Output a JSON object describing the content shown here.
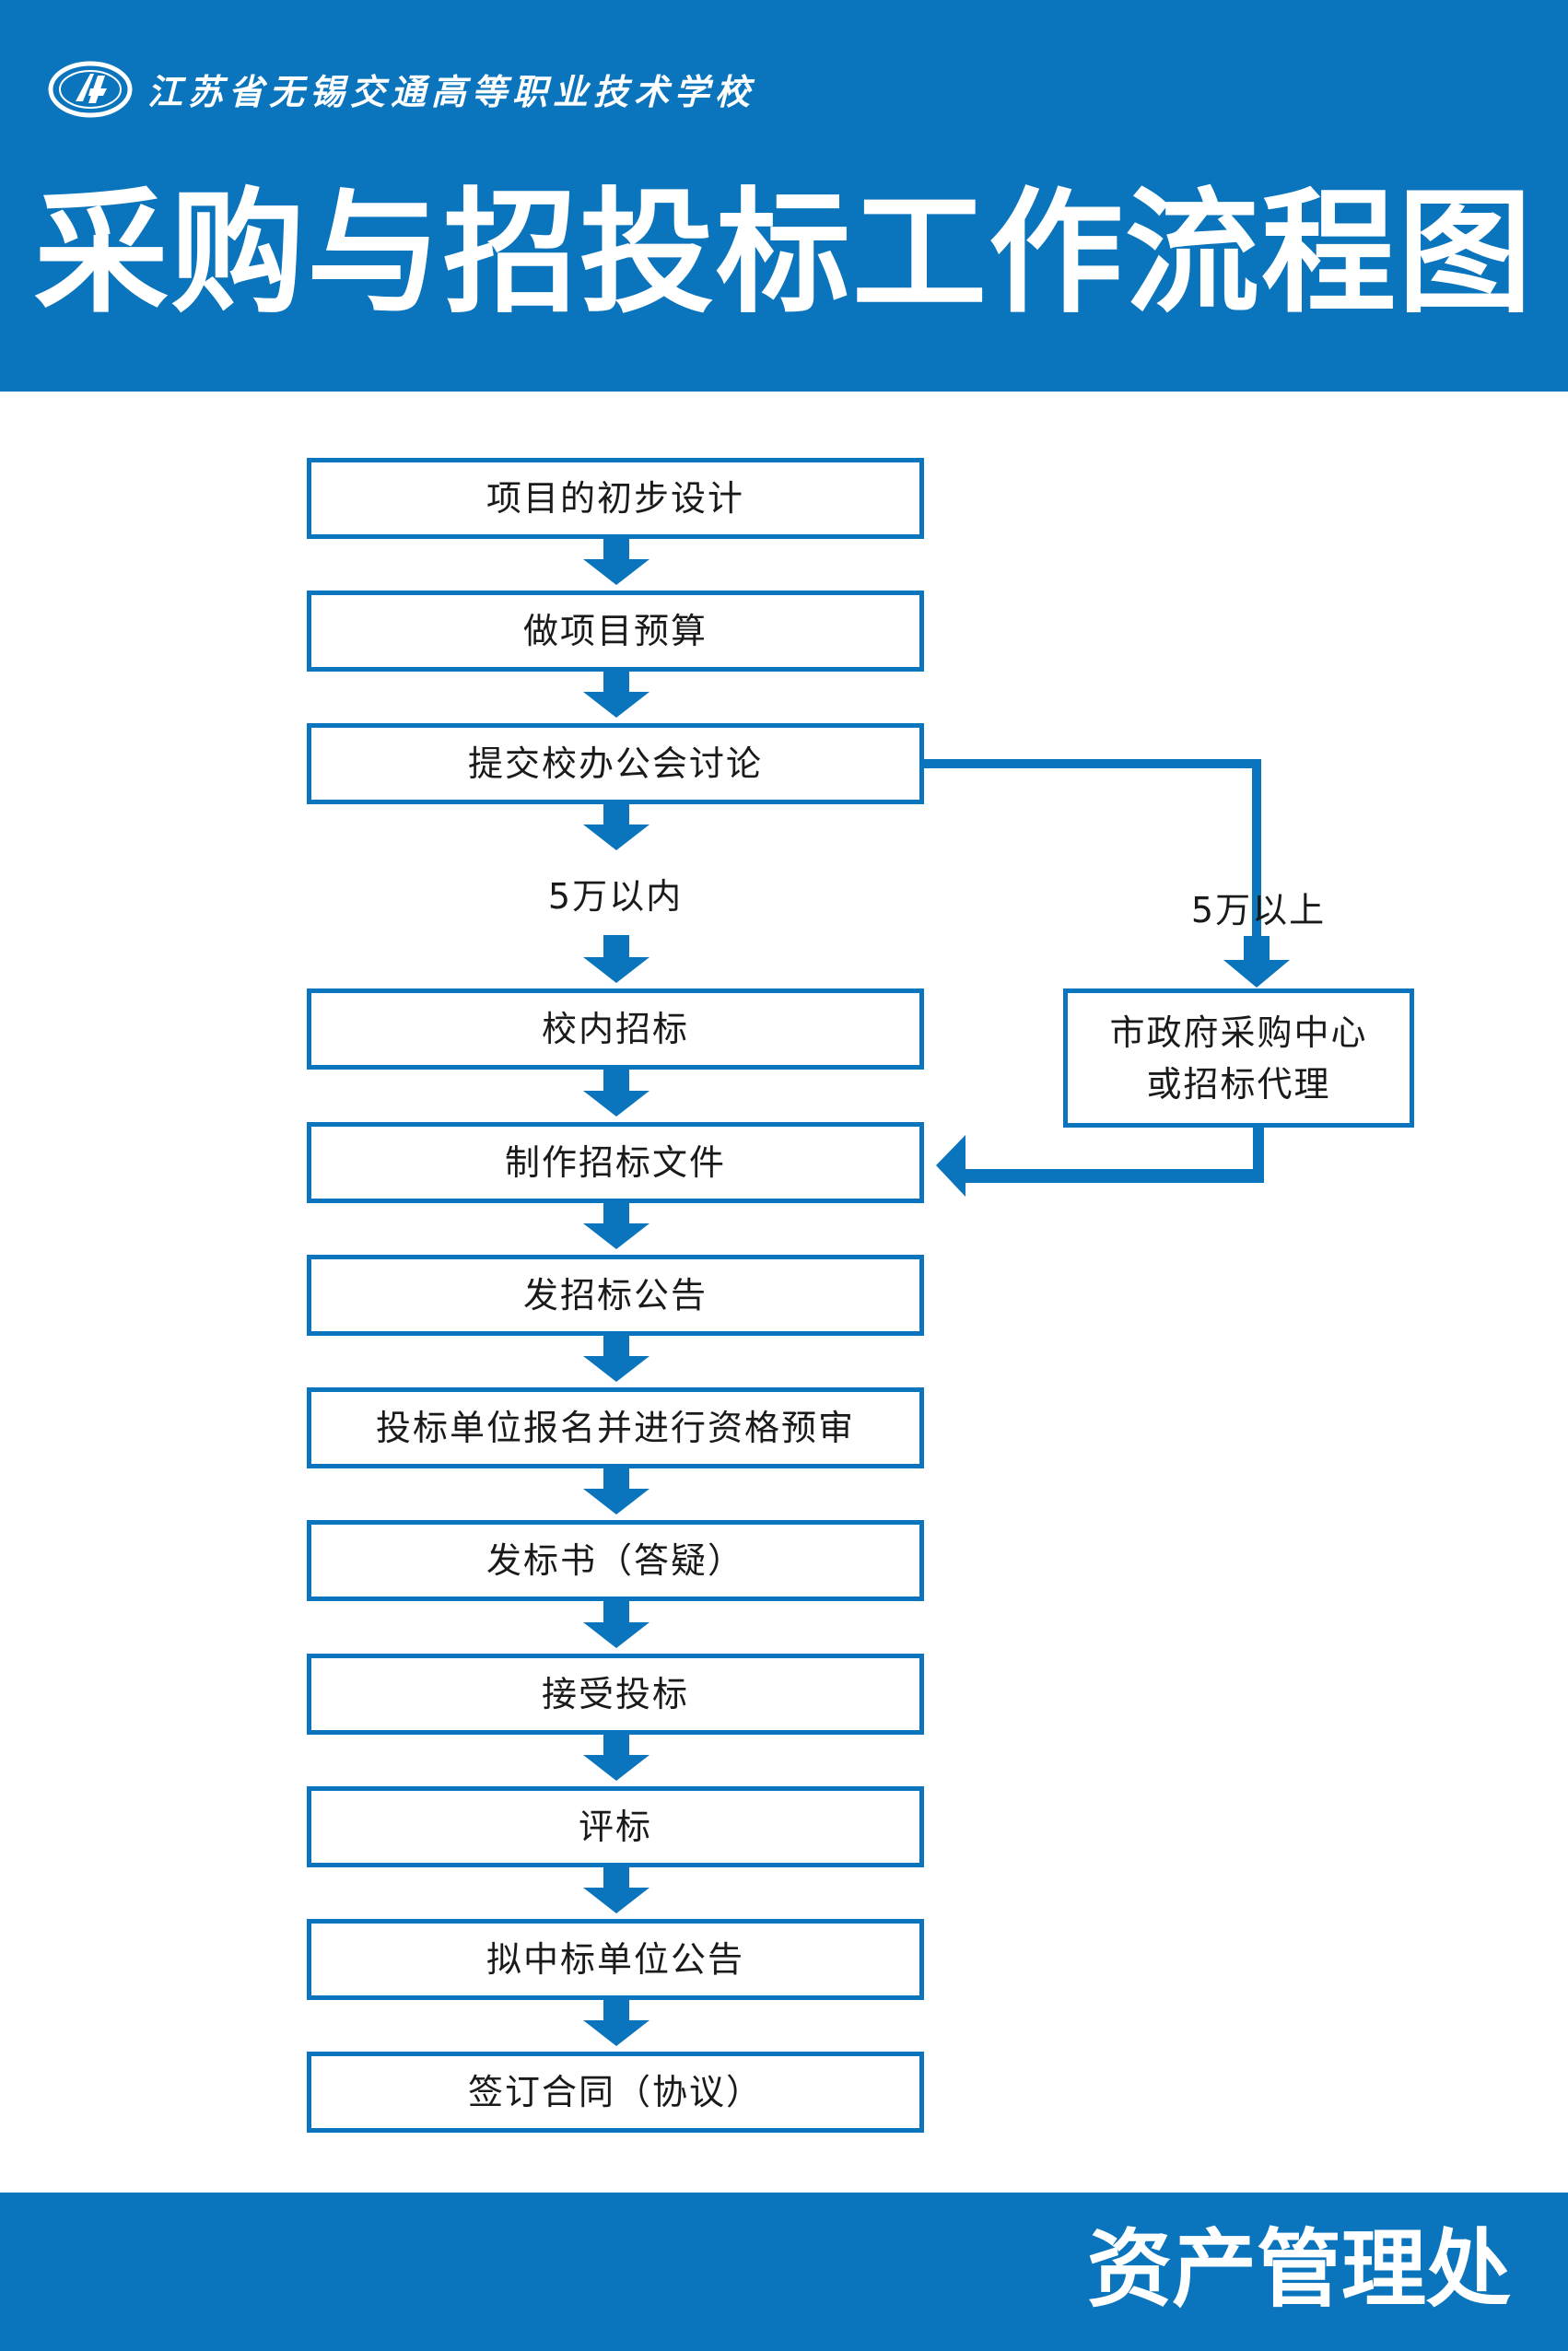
{
  "header": {
    "school_name": "江苏省无锡交通高等职业技术学校",
    "title": "采购与招投标工作流程图"
  },
  "flow": {
    "steps": [
      "项目的初步设计",
      "做项目预算",
      "提交校办公会讨论",
      "校内招标",
      "制作招标文件",
      "发招标公告",
      "投标单位报名并进行资格预审",
      "发标书（答疑）",
      "接受投标",
      "评标",
      "拟中标单位公告",
      "签订合同（协议）"
    ],
    "branch_left_label": "5万以内",
    "branch_right_label": "5万以上",
    "side_node": {
      "line1": "市政府采购中心",
      "line2": "或招标代理"
    }
  },
  "footer": {
    "department": "资产管理处"
  },
  "colors": {
    "brand_blue": "#0a74bd",
    "text": "#1a1a1a",
    "background": "#ffffff"
  },
  "icons": {
    "logo": "school-emblem-icon",
    "arrow": "down-arrow-icon"
  }
}
